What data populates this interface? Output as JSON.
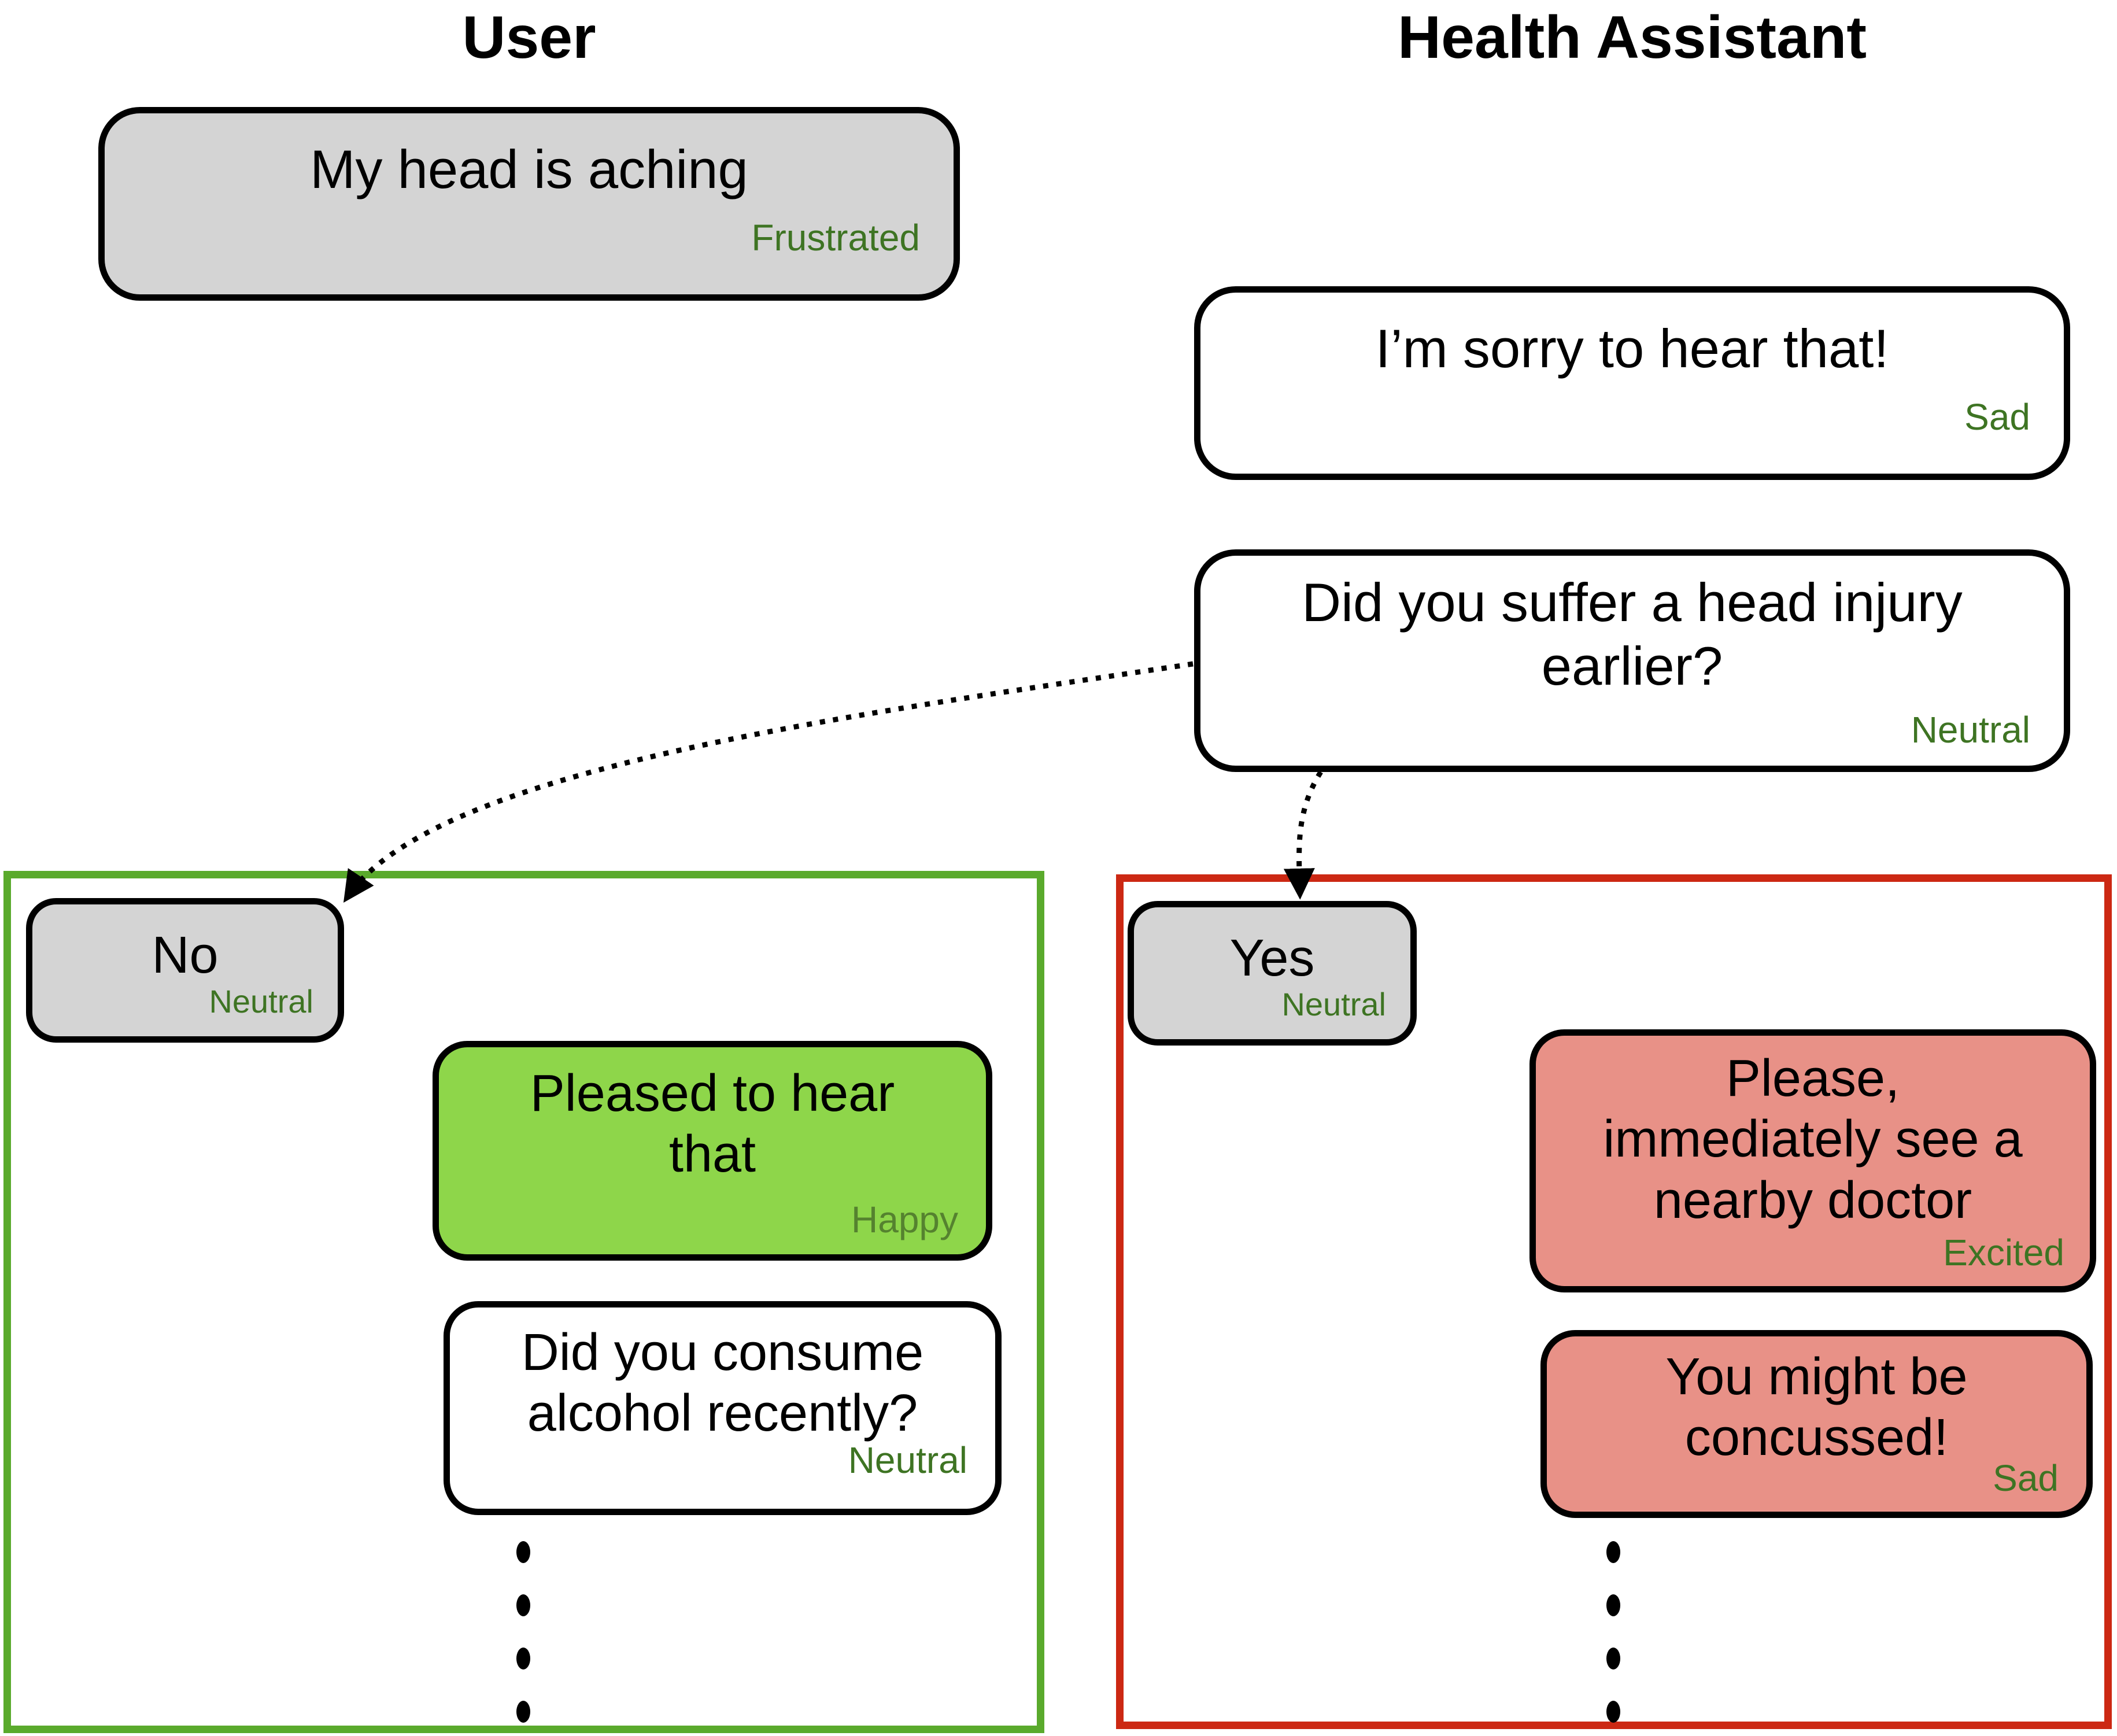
{
  "headers": {
    "user": "User",
    "assistant": "Health Assistant"
  },
  "messages": {
    "user_opening": {
      "lines": [
        "My head is aching"
      ],
      "emotion": "Frustrated"
    },
    "assistant_sorry": {
      "lines": [
        "I’m sorry to hear that!"
      ],
      "emotion": "Sad"
    },
    "assistant_injury_q": {
      "lines": [
        "Did you suffer a head injury",
        "earlier?"
      ],
      "emotion": "Neutral"
    }
  },
  "branches": {
    "no": {
      "answer": {
        "lines": [
          "No"
        ],
        "emotion": "Neutral"
      },
      "pleased": {
        "lines": [
          "Pleased to hear",
          "that"
        ],
        "emotion": "Happy"
      },
      "alcohol_q": {
        "lines": [
          "Did you consume",
          "alcohol recently?"
        ],
        "emotion": "Neutral"
      }
    },
    "yes": {
      "answer": {
        "lines": [
          "Yes"
        ],
        "emotion": "Neutral"
      },
      "see_doctor": {
        "lines": [
          "Please,",
          "immediately see a",
          "nearby doctor"
        ],
        "emotion": "Excited"
      },
      "concussed": {
        "lines": [
          "You might be",
          "concussed!"
        ],
        "emotion": "Sad"
      }
    }
  },
  "colors": {
    "user_bubble_fill": "#d4d4d4",
    "assistant_bubble_fill": "#ffffff",
    "positive_bubble_fill": "#8ed64a",
    "alert_bubble_fill": "#e89187",
    "no_branch_border": "#5aaa2c",
    "yes_branch_border": "#cc2813",
    "emotion_text": "#3e7423",
    "emotion_text_on_green": "#55822f"
  }
}
